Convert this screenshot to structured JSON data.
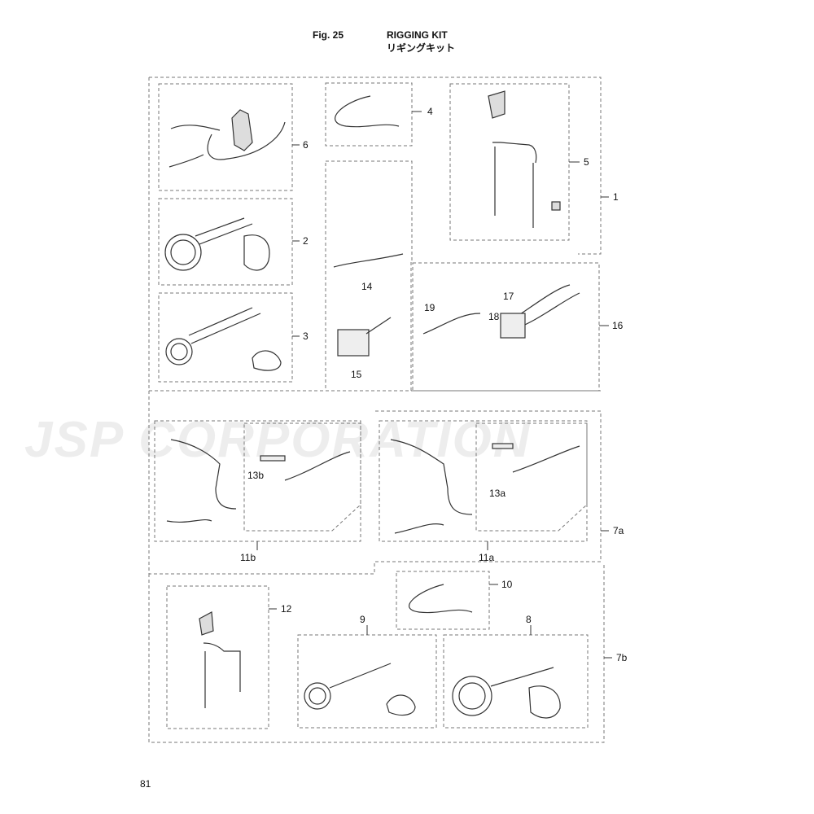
{
  "header": {
    "fig_label": "Fig. 25",
    "title": "RIGGING KIT",
    "title_jp": "リギングキット"
  },
  "page_number": "81",
  "watermark": "JSP CORPORATION",
  "callouts": {
    "c1": "1",
    "c2": "2",
    "c3": "3",
    "c4": "4",
    "c5": "5",
    "c6": "6",
    "c7a": "7a",
    "c7b": "7b",
    "c8": "8",
    "c9": "9",
    "c10": "10",
    "c11a": "11a",
    "c11b": "11b",
    "c12": "12",
    "c13a": "13a",
    "c13b": "13b",
    "c14": "14",
    "c15": "15",
    "c16": "16",
    "c17": "17",
    "c18": "18",
    "c19": "19"
  }
}
